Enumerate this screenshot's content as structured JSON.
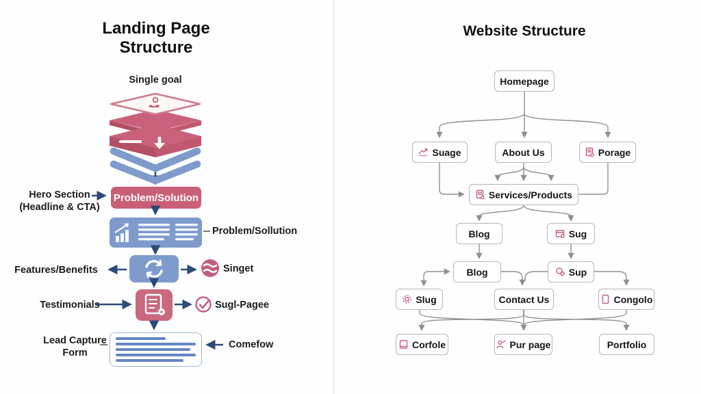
{
  "landing": {
    "title": "Landing Page Structure",
    "funnel_caption": "Single goal",
    "hero_label": "Hero Section (Headline & CTA)",
    "problem_box_label": "Problem/Solution",
    "content_callout_label": "Problem/Sollution",
    "features_label": "Features/Benefits",
    "singet_label": "Singet",
    "testimonials_label": "Testimonials",
    "check_callout_label": "Sugl-Pagee",
    "lead_form_label": "Lead Capture Form",
    "comefow_label": "Comefow"
  },
  "website": {
    "title": "Website Structure",
    "nodes": [
      {
        "label": "Homepage",
        "icon": "none"
      },
      {
        "label": "Suage",
        "icon": "trend-up-icon"
      },
      {
        "label": "About Us",
        "icon": "none"
      },
      {
        "label": "Porage",
        "icon": "document-icon"
      },
      {
        "label": "Services/Products",
        "icon": "document-icon"
      },
      {
        "label": "Blog",
        "icon": "none"
      },
      {
        "label": "Sug",
        "icon": "card-icon"
      },
      {
        "label": "Blog",
        "icon": "none"
      },
      {
        "label": "Sup",
        "icon": "circles-icon"
      },
      {
        "label": "Slug",
        "icon": "gear-icon"
      },
      {
        "label": "Contact Us",
        "icon": "none"
      },
      {
        "label": "Congolo",
        "icon": "tablet-icon"
      },
      {
        "label": "Corfole",
        "icon": "book-icon"
      },
      {
        "label": "Pur page",
        "icon": "person-icon"
      },
      {
        "label": "Portfolio",
        "icon": "none"
      }
    ]
  },
  "colors": {
    "rose": "#c96077",
    "blue": "#7e9bcc",
    "navy_arrow": "#2d4b77",
    "node_border": "#b5b5b5",
    "connector_gray": "#8f8f8f",
    "icon_pink": "#c2607c",
    "text": "#1c1c1c"
  }
}
